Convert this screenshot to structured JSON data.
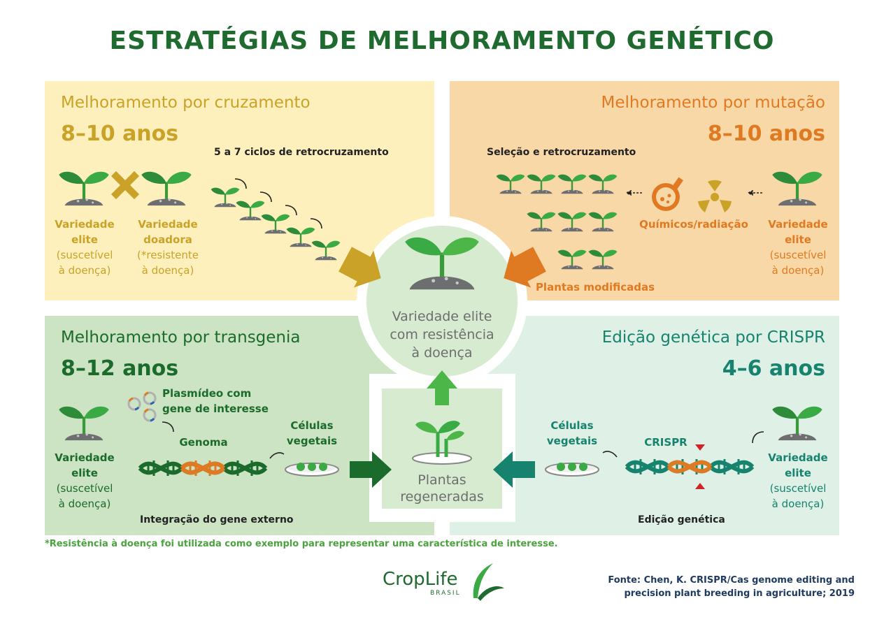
{
  "title": "ESTRATÉGIAS DE MELHORAMENTO GENÉTICO",
  "colors": {
    "dark_green": "#1f6b2f",
    "gold": "#c9a227",
    "orange": "#e07a22",
    "green": "#1f6b2f",
    "teal": "#16836f",
    "center_green": "#5cb848"
  },
  "cruzamento": {
    "title": "Melhoramento por cruzamento",
    "years": "8–10 anos",
    "cycles": "5 a 7 ciclos de retrocruzamento",
    "elite": {
      "l1": "Variedade",
      "l2": "elite",
      "l3": "(suscetível",
      "l4": "à doença)"
    },
    "donor": {
      "l1": "Variedade",
      "l2": "doadora",
      "l3": "(*resistente",
      "l4": "à doença)"
    }
  },
  "mutacao": {
    "title": "Melhoramento por mutação",
    "years": "8–10 anos",
    "selection": "Seleção e retrocruzamento",
    "chem": "Químicos/radiação",
    "modified": "Plantas modificadas",
    "elite": {
      "l1": "Variedade",
      "l2": "elite",
      "l3": "(suscetível",
      "l4": "à doença)"
    }
  },
  "transgenia": {
    "title": "Melhoramento por transgenia",
    "years": "8–12 anos",
    "plasmid_l1": "Plasmídeo com",
    "plasmid_l2": "gene de interesse",
    "genome": "Genoma",
    "cells_l1": "Células",
    "cells_l2": "vegetais",
    "integration": "Integração do gene externo",
    "elite": {
      "l1": "Variedade",
      "l2": "elite",
      "l3": "(suscetível",
      "l4": "à doença)"
    }
  },
  "crispr": {
    "title": "Edição genética por CRISPR",
    "years": "4–6 anos",
    "cells_l1": "Células",
    "cells_l2": "vegetais",
    "crispr": "CRISPR",
    "editing": "Edição genética",
    "elite": {
      "l1": "Variedade",
      "l2": "elite",
      "l3": "(suscetível",
      "l4": "à doença)"
    }
  },
  "center": {
    "result_l1": "Variedade elite",
    "result_l2": "com resistência",
    "result_l3": "à doença",
    "regen_l1": "Plantas",
    "regen_l2": "regeneradas"
  },
  "footnote": "*Resistência à doença foi utilizada como exemplo para representar uma característica de interesse.",
  "logo": {
    "name": "CropLife",
    "sub": "BRASIL"
  },
  "source_l1": "Fonte: Chen, K. CRISPR/Cas genome editing and",
  "source_l2": "precision plant breeding in agriculture; 2019"
}
